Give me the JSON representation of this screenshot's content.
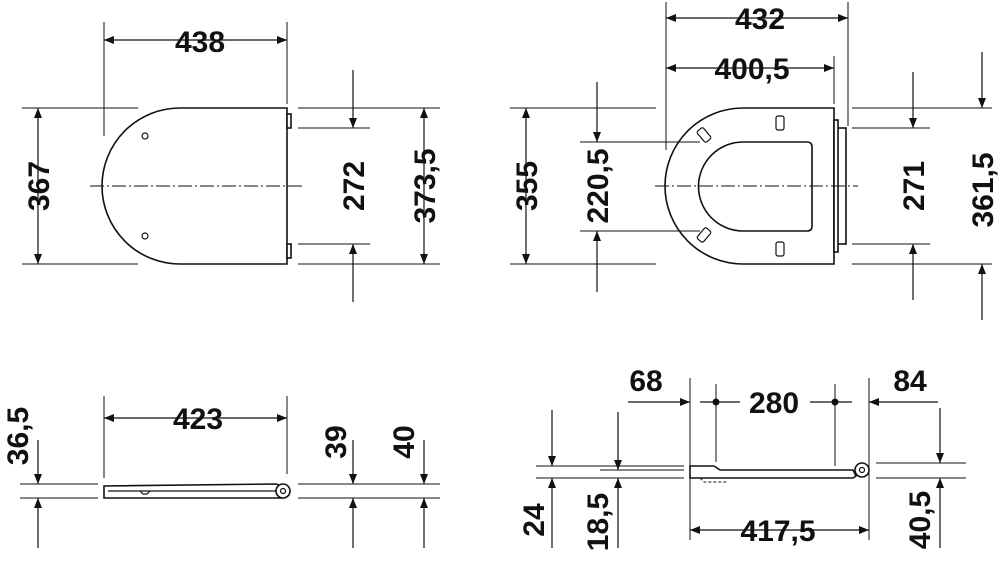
{
  "views": {
    "top_left": {
      "width_438": "438",
      "height_367": "367",
      "height_272": "272",
      "height_373_5": "373,5"
    },
    "top_right": {
      "width_432": "432",
      "width_400_5": "400,5",
      "height_355": "355",
      "height_220_5": "220,5",
      "height_271": "271",
      "height_361_5": "361,5"
    },
    "bottom_left": {
      "height_36_5": "36,5",
      "width_423": "423",
      "height_39": "39",
      "height_40": "40"
    },
    "bottom_right": {
      "dim_68": "68",
      "dim_280": "280",
      "dim_84": "84",
      "dim_24": "24",
      "dim_18_5": "18,5",
      "dim_417_5": "417,5",
      "dim_40_5": "40,5"
    }
  }
}
